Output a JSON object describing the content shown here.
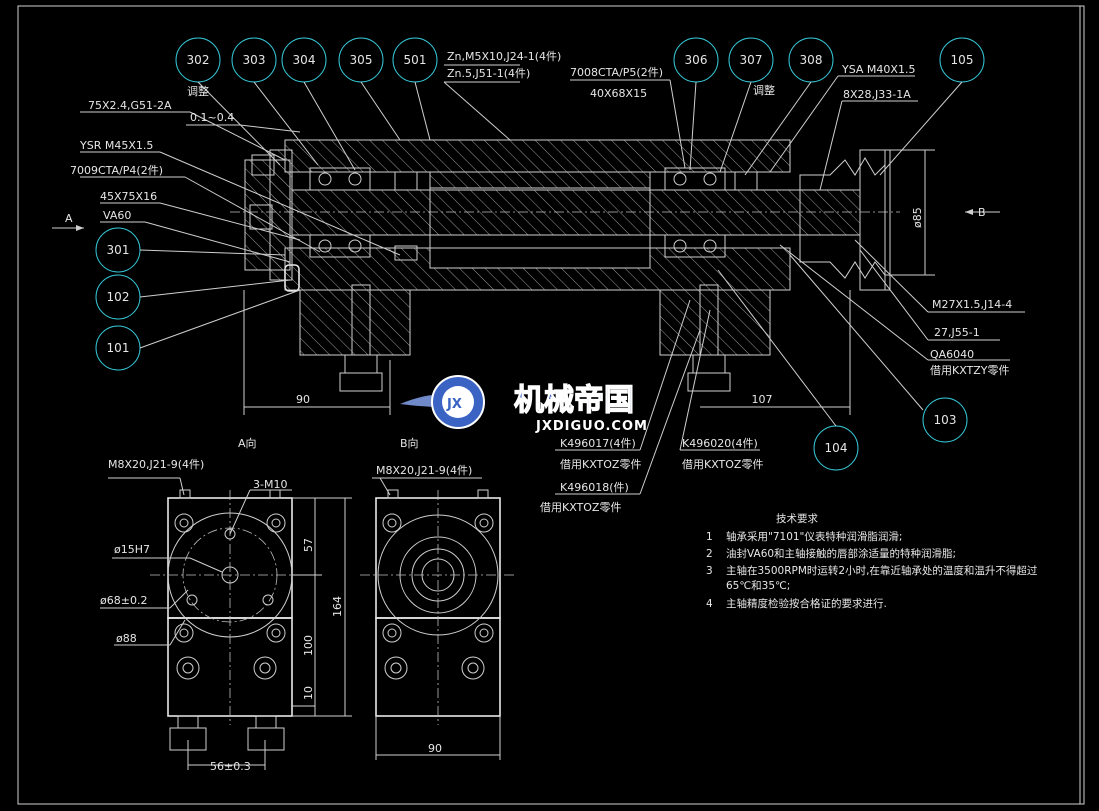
{
  "balloons_top": [
    "302",
    "303",
    "304",
    "305",
    "501",
    "306",
    "307",
    "308",
    "105"
  ],
  "balloons_other": [
    "301",
    "102",
    "101",
    "104",
    "103"
  ],
  "callouts_left": {
    "adjust_302": "调整",
    "gasket": "75X2.4,G51-2A",
    "gap": "0.1~0.4",
    "nut": "YSR M45X1.5",
    "bearing_front": "7009CTA/P4(2件)",
    "seal": "45X75X16",
    "oil": "VA60"
  },
  "callouts_top": {
    "screw_line1": "Zn,M5X10,J24-1(4件)",
    "screw_line2": "Zn.5,J51-1(4件)",
    "bearing_rear": "7008CTA/P5(2件)",
    "bearing_rear_size": "40X68X15",
    "adjust_307": "调整",
    "nut_rear": "YSA M40X1.5",
    "key": "8X28,J33-1A"
  },
  "callouts_right": {
    "thread": "M27X1.5,J14-4",
    "washer": "27,J55-1",
    "part": "QA6040",
    "borrow": "借用KXTZY零件",
    "dia": "ø85",
    "view_b": "B"
  },
  "view_a_arrow": "A",
  "dims_main": {
    "left": "90",
    "right": "107"
  },
  "bottom_parts": {
    "p1": "K496017(4件)",
    "p1_note": "借用KXTOZ零件",
    "p2": "K496020(4件)",
    "p2_note": "借用KXTOZ零件",
    "p3": "K496018(件)",
    "p3_note": "借用KXTOZ零件"
  },
  "view_a": {
    "title": "A向",
    "screw": "M8X20,J21-9(4件)",
    "holes": "3-M10",
    "d1": "ø15H7",
    "d2": "ø68±0.2",
    "d3": "ø88",
    "dim_57": "57",
    "dim_164": "164",
    "dim_100": "100",
    "dim_10": "10",
    "dim_56": "56±0.3"
  },
  "view_b": {
    "title": "B向",
    "screw": "M8X20,J21-9(4件)",
    "dim_90": "90"
  },
  "tech_requirements": {
    "title": "技术要求",
    "items": [
      {
        "n": "1",
        "text": "轴承采用\"7101\"仪表特种润滑脂润滑;"
      },
      {
        "n": "2",
        "text": "油封VA60和主轴接触的唇部涂适量的特种润滑脂;"
      },
      {
        "n": "3",
        "text": "主轴在3500RPM时运转2小时,在靠近轴承处的温度和温升不得超过"
      },
      {
        "n": "",
        "text": "65℃和35℃;"
      },
      {
        "n": "4",
        "text": "主轴精度检验按合格证的要求进行."
      }
    ]
  },
  "watermark": {
    "main": "机械帝国",
    "sub": "JXDIGUO.COM",
    "badge": "JX"
  },
  "colors": {
    "background": "#000000",
    "lines": "#cfcfcf",
    "balloons": "#35c7d6",
    "watermark": "#3b63c4"
  }
}
